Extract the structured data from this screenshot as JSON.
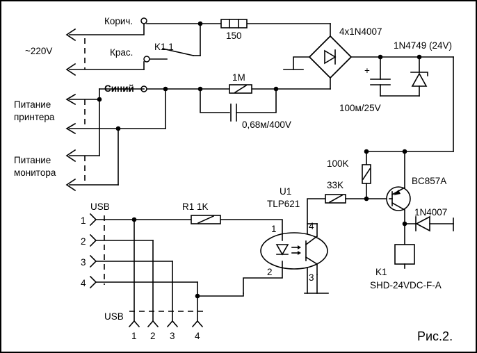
{
  "labels": {
    "brown": "Корич.",
    "red": "Крас.",
    "blue": "Синий",
    "ac_voltage": "~220V",
    "printer_power_1": "Питание",
    "printer_power_2": "принтера",
    "monitor_power_1": "Питание",
    "monitor_power_2": "монитора",
    "k11": "K1.1",
    "r150": "150",
    "bridge": "4x1N4007",
    "zener": "1N4749 (24V)",
    "r1m": "1M",
    "cap_film": "0,68м/400V",
    "cap_electrolytic": "100м/25V",
    "r100k": "100K",
    "r33k": "33K",
    "transistor": "BC857A",
    "diode_relay": "1N4007",
    "relay_ref": "K1",
    "relay_part": "SHD-24VDC-F-A",
    "u1_ref": "U1",
    "u1_part": "TLP621",
    "r1": "R1 1K",
    "usb_top": "USB",
    "usb_bottom": "USB",
    "pins_left": [
      "1",
      "2",
      "3",
      "4"
    ],
    "pins_bottom": [
      "1",
      "2",
      "3",
      "4"
    ],
    "opto_pin1": "1",
    "opto_pin2": "2",
    "opto_pin3": "3",
    "opto_pin4": "4",
    "cap_plus": "+",
    "figure": "Рис.2."
  }
}
